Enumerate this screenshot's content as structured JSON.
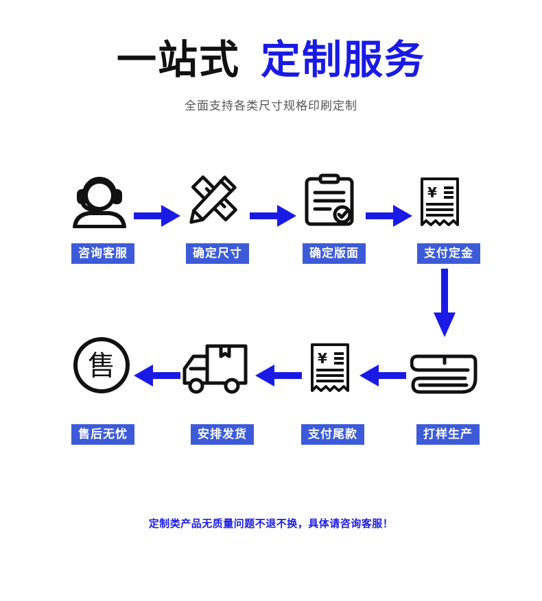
{
  "header": {
    "title_part1": "一站式",
    "title_part2": "定制服务",
    "subtitle": "全面支持各类尺寸规格印刷定制"
  },
  "steps": [
    {
      "label": "咨询客服",
      "icon": "headset-icon"
    },
    {
      "label": "确定尺寸",
      "icon": "pencil-ruler-icon"
    },
    {
      "label": "确定版面",
      "icon": "clipboard-check-icon"
    },
    {
      "label": "支付定金",
      "icon": "receipt-icon"
    },
    {
      "label": "打样生产",
      "icon": "paper-stack-icon"
    },
    {
      "label": "支付尾款",
      "icon": "receipt-icon"
    },
    {
      "label": "安排发货",
      "icon": "delivery-truck-icon"
    },
    {
      "label": "售后无忧",
      "icon": "after-sales-icon"
    }
  ],
  "icons": {
    "yen_symbol": "¥",
    "after_sales_char": "售"
  },
  "footer": {
    "notice": "定制类产品无质量问题不退不换，具体请咨询客服！"
  },
  "colors": {
    "accent": "#1a1ae6",
    "label_bg": "#3d5bd8",
    "icon_stroke": "#111111"
  }
}
